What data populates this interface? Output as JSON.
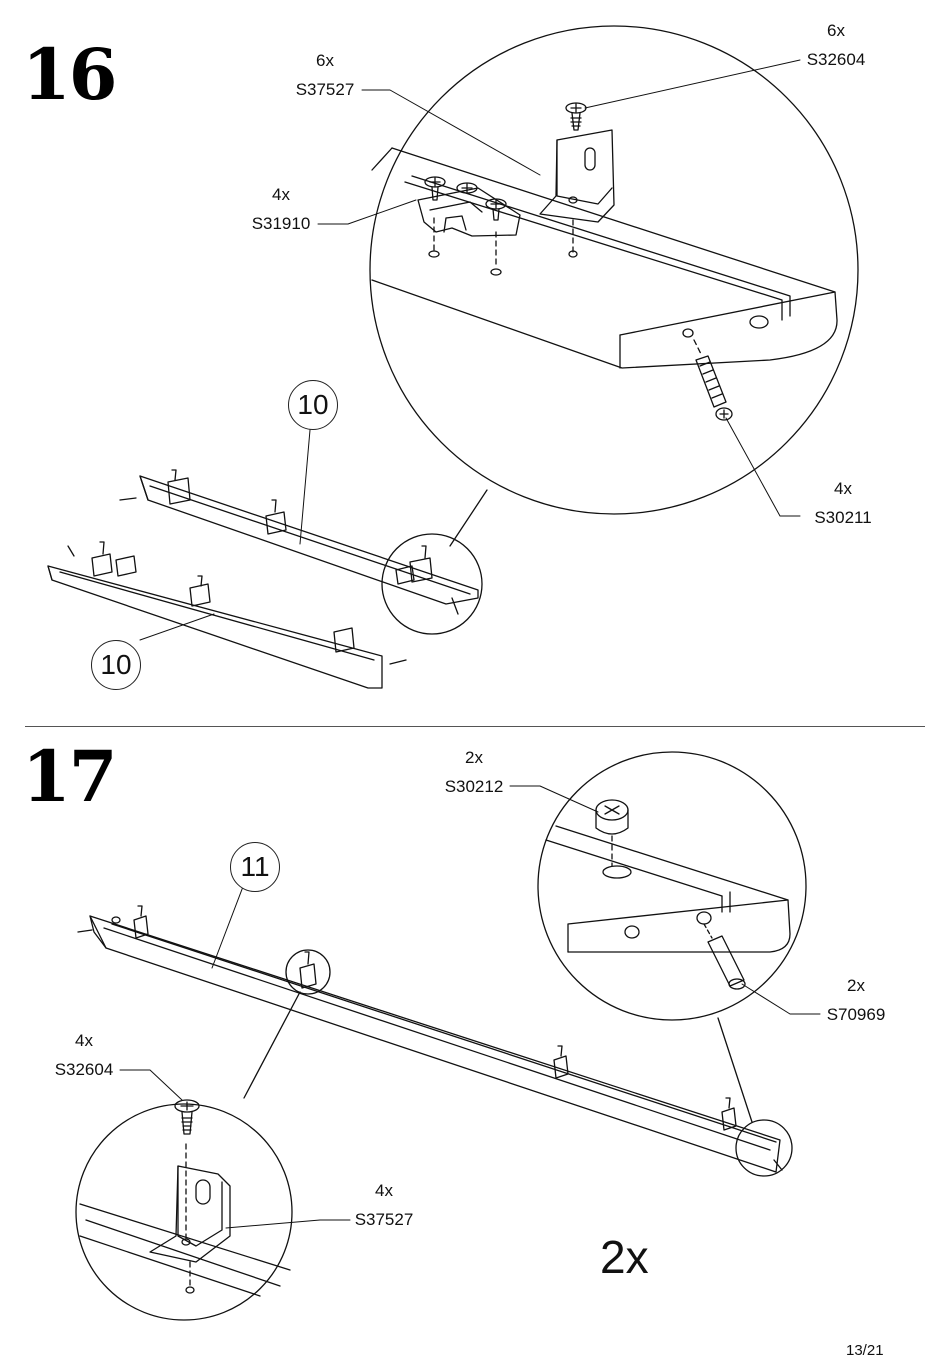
{
  "step16": {
    "number": "16",
    "part_label": "10",
    "parts": [
      {
        "qty": "6x",
        "code": "S32604"
      },
      {
        "qty": "6x",
        "code": "S37527"
      },
      {
        "qty": "4x",
        "code": "S31910"
      },
      {
        "qty": "4x",
        "code": "S30211"
      }
    ]
  },
  "step17": {
    "number": "17",
    "part_label": "11",
    "repeat": "2x",
    "parts": [
      {
        "qty": "2x",
        "code": "S30212"
      },
      {
        "qty": "2x",
        "code": "S70969"
      },
      {
        "qty": "4x",
        "code": "S32604"
      },
      {
        "qty": "4x",
        "code": "S37527"
      }
    ]
  },
  "page_number": "13/21"
}
